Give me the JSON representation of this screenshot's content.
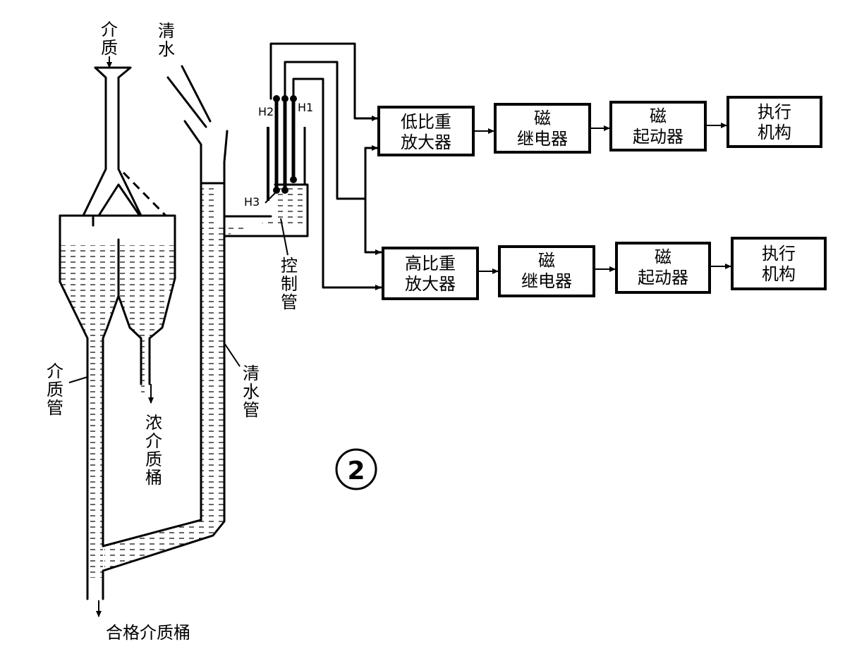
{
  "labels": {
    "medium_in": "介质",
    "clear_water_in": "清水",
    "medium_pipe": "介质管",
    "concentrated_bucket": "浓介质桶",
    "clear_water_pipe": "清水管",
    "control_pipe": "控制管",
    "qualified_bucket": "合格介质桶",
    "figure_number": "2",
    "h1": "H1",
    "h2": "H2",
    "h3": "H3"
  },
  "chains": [
    {
      "boxes": [
        {
          "lines": [
            "低比重",
            "放大器"
          ]
        },
        {
          "lines": [
            "磁",
            "继电器"
          ]
        },
        {
          "lines": [
            "磁",
            "起动器"
          ]
        },
        {
          "lines": [
            "执行",
            "机构"
          ]
        }
      ]
    },
    {
      "boxes": [
        {
          "lines": [
            "高比重",
            "放大器"
          ]
        },
        {
          "lines": [
            "磁",
            "继电器"
          ]
        },
        {
          "lines": [
            "磁",
            "起动器"
          ]
        },
        {
          "lines": [
            "执行",
            "机构"
          ]
        }
      ]
    }
  ]
}
